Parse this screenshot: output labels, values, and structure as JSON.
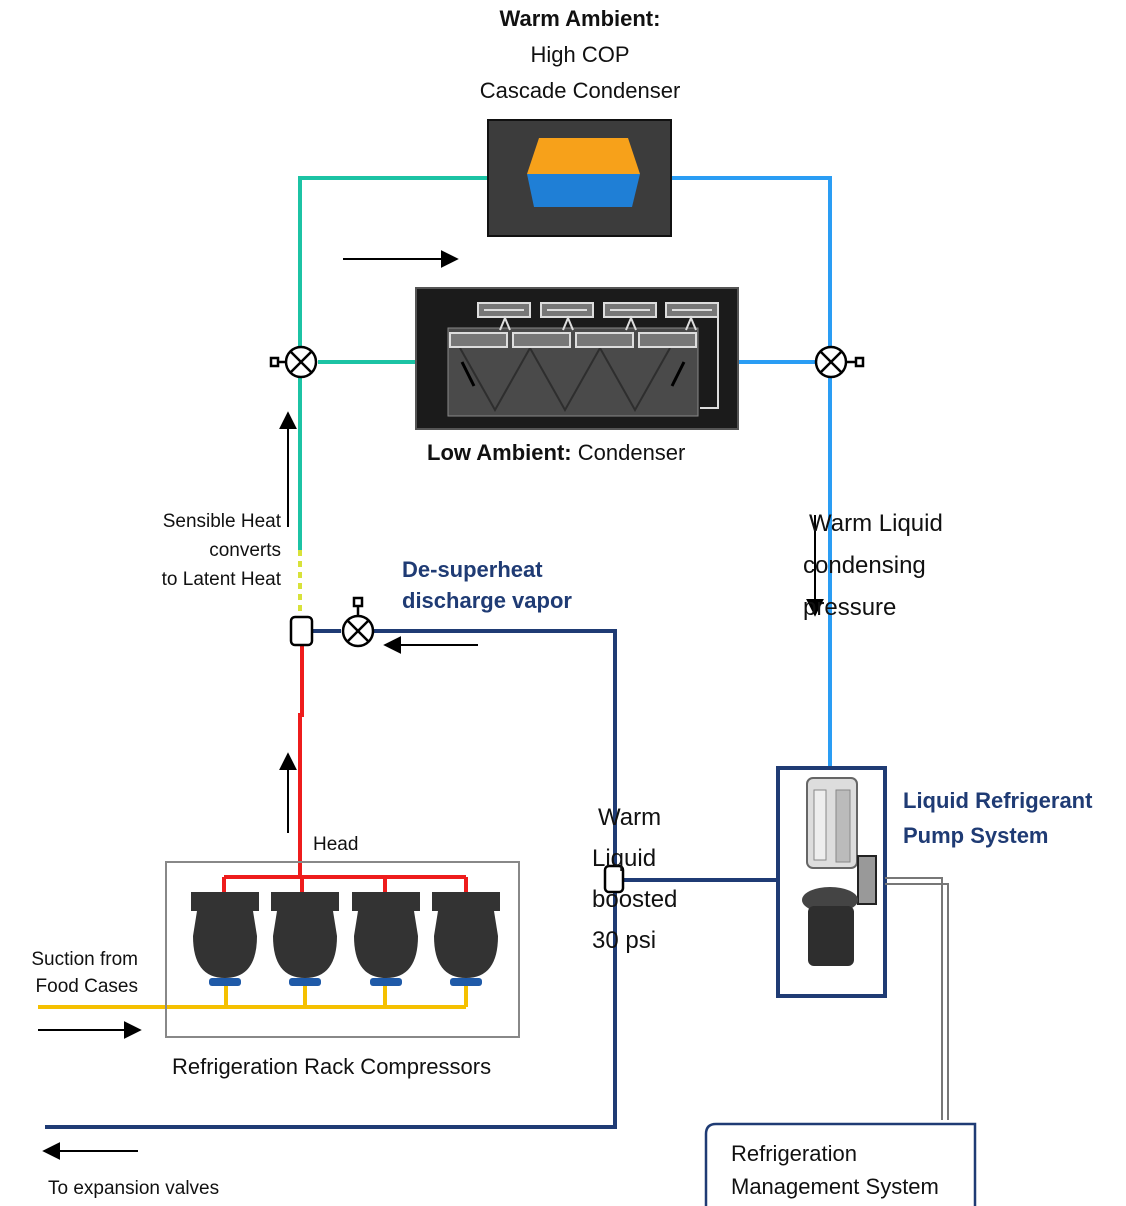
{
  "labels": {
    "warm_ambient_title": "Warm Ambient:",
    "warm_ambient_line2": "High COP",
    "warm_ambient_line3": "Cascade Condenser",
    "low_ambient_bold": "Low Ambient:",
    "low_ambient_rest": " Condenser",
    "sensible_line1": "Sensible Heat",
    "sensible_line2": "converts",
    "sensible_line3": "to Latent Heat",
    "desuperheat_line1": "De-superheat",
    "desuperheat_line2": "discharge vapor",
    "warm_liquid_cond_line1": "Warm Liquid",
    "warm_liquid_cond_line2": "condensing",
    "warm_liquid_cond_line3": "pressure",
    "pump_line1": "Liquid Refrigerant",
    "pump_line2": "Pump System",
    "head": "Head",
    "boosted_line1": "Warm",
    "boosted_line2": "Liquid",
    "boosted_line3": "boosted",
    "boosted_line4": "30 psi",
    "suction_line1": "Suction from",
    "suction_line2": "Food Cases",
    "rack": "Refrigeration Rack Compressors",
    "expansion": "To expansion valves",
    "rms_line1": "Refrigeration",
    "rms_line2": "Management System"
  },
  "colors": {
    "hot_gas": "#ee1c1c",
    "teal_line": "#1cc3a4",
    "blue_line": "#2a9df4",
    "navy_line": "#1f3b74",
    "suction": "#f5c000",
    "condenser_body": "#3c3c3c",
    "orange": "#f7a11a",
    "blue_fill": "#1f7fd6"
  }
}
